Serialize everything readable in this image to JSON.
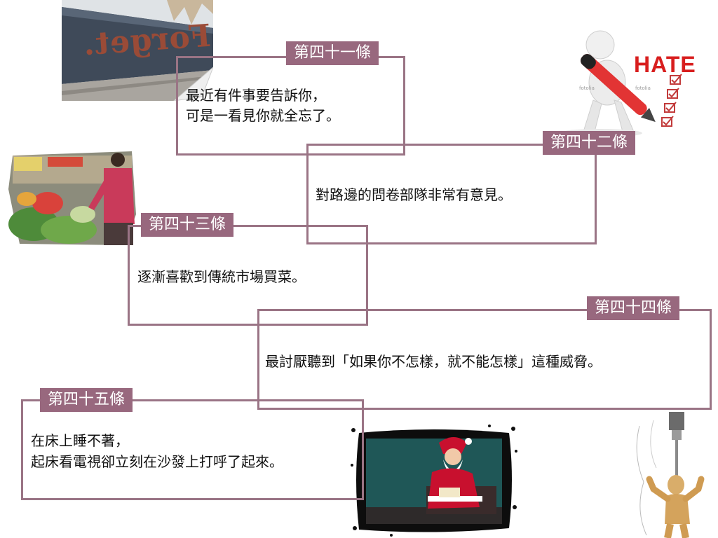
{
  "items": [
    {
      "label": "第四十一條",
      "lines": [
        "最近有件事要告訴你，",
        "可是一看見你就全忘了。"
      ]
    },
    {
      "label": "第四十二條",
      "lines": [
        "對路邊的問卷部隊非常有意見。"
      ]
    },
    {
      "label": "第四十三條",
      "lines": [
        "逐漸喜歡到傳統市場買菜。"
      ]
    },
    {
      "label": "第四十四條",
      "lines": [
        "最討厭聽到「如果你不怎樣，就不能怎樣」這種威脅。"
      ]
    },
    {
      "label": "第四十五條",
      "lines": [
        "在床上睡不著，",
        "起床看電視卻立刻在沙發上打呼了起來。"
      ]
    }
  ],
  "images": {
    "wall_sign_text": "Forget.",
    "hate_text": "HATE",
    "fotolia_mark": "fotolia"
  },
  "colors": {
    "frame": "#9a7485",
    "label_bg": "#98687e",
    "label_text": "#ffffff",
    "body_text": "#111111",
    "hate_red": "#d81e1e"
  }
}
